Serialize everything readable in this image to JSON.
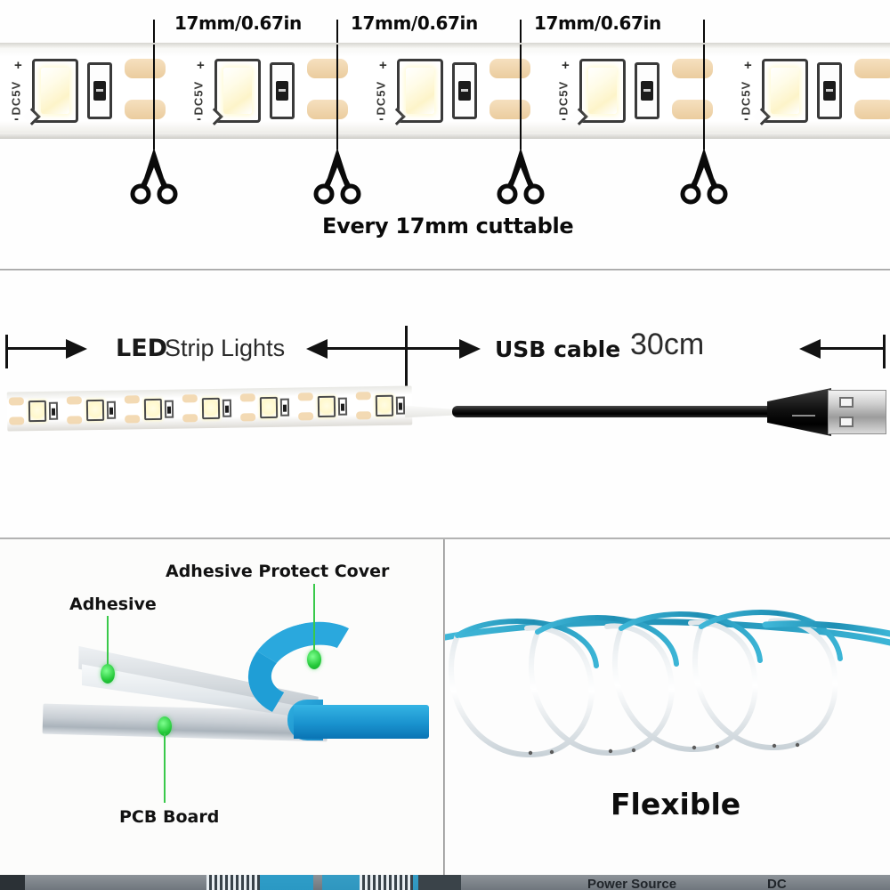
{
  "panels": {
    "cuttable": {
      "name": "Every 17mm cuttable",
      "caption": "Every 17mm cuttable",
      "measurements": [
        "17mm/0.67in",
        "17mm/0.67in",
        "17mm/0.67in"
      ],
      "strip": {
        "voltage_label": "DC5V",
        "positive_sign": "+",
        "negative_sign": "-",
        "segment_count": 5
      },
      "cut_marker_icon": "scissors-icon",
      "cut_marker_count": 4
    },
    "usb": {
      "led_label_bold": "LED",
      "led_label_regular": "Strip Lights",
      "usb_label": "USB cable",
      "length_value": "30cm"
    },
    "adhesive": {
      "labels": {
        "adhesive": "Adhesive",
        "protect_cover": "Adhesive Protect Cover",
        "pcb": "PCB Board"
      }
    },
    "flexible": {
      "caption": "Flexible",
      "coil_count": 4
    },
    "next_section_peek": {
      "label_power_source": "Power Source",
      "label_dc": "DC"
    }
  },
  "colors": {
    "callout_green": "#25c93a",
    "cover_blue": "#1f9ed6",
    "coil_teal": "#2a9fc4",
    "text_black": "#0a0a0a",
    "pad_copper": "#eecb99",
    "background": "#fefefe"
  }
}
